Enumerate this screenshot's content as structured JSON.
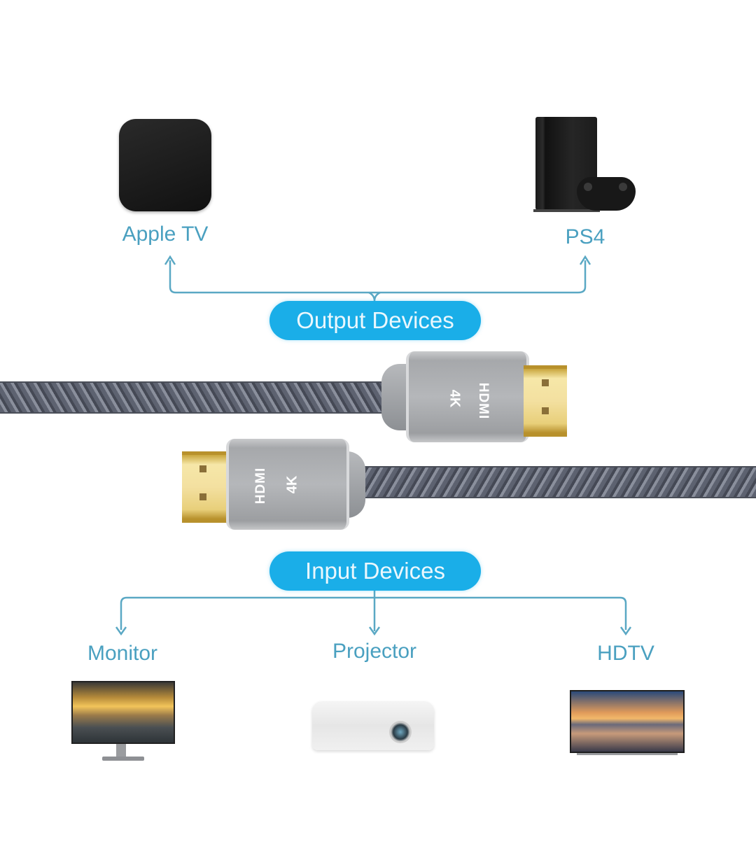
{
  "output_group": {
    "title": "Output Devices",
    "devices": [
      {
        "label": "Apple TV",
        "icon": "apple-tv-box-icon"
      },
      {
        "label": "PS4",
        "icon": "ps4-console-icon"
      }
    ]
  },
  "input_group": {
    "title": "Input Devices",
    "devices": [
      {
        "label": "Monitor",
        "icon": "monitor-icon"
      },
      {
        "label": "Projector",
        "icon": "projector-icon"
      },
      {
        "label": "HDTV",
        "icon": "hdtv-icon"
      }
    ]
  },
  "connectors": {
    "brand_text": "HDMI",
    "resolution_text": "4K"
  },
  "colors": {
    "accent": "#1aaee8",
    "label": "#4aa0c0",
    "line": "#5aa8c4"
  }
}
